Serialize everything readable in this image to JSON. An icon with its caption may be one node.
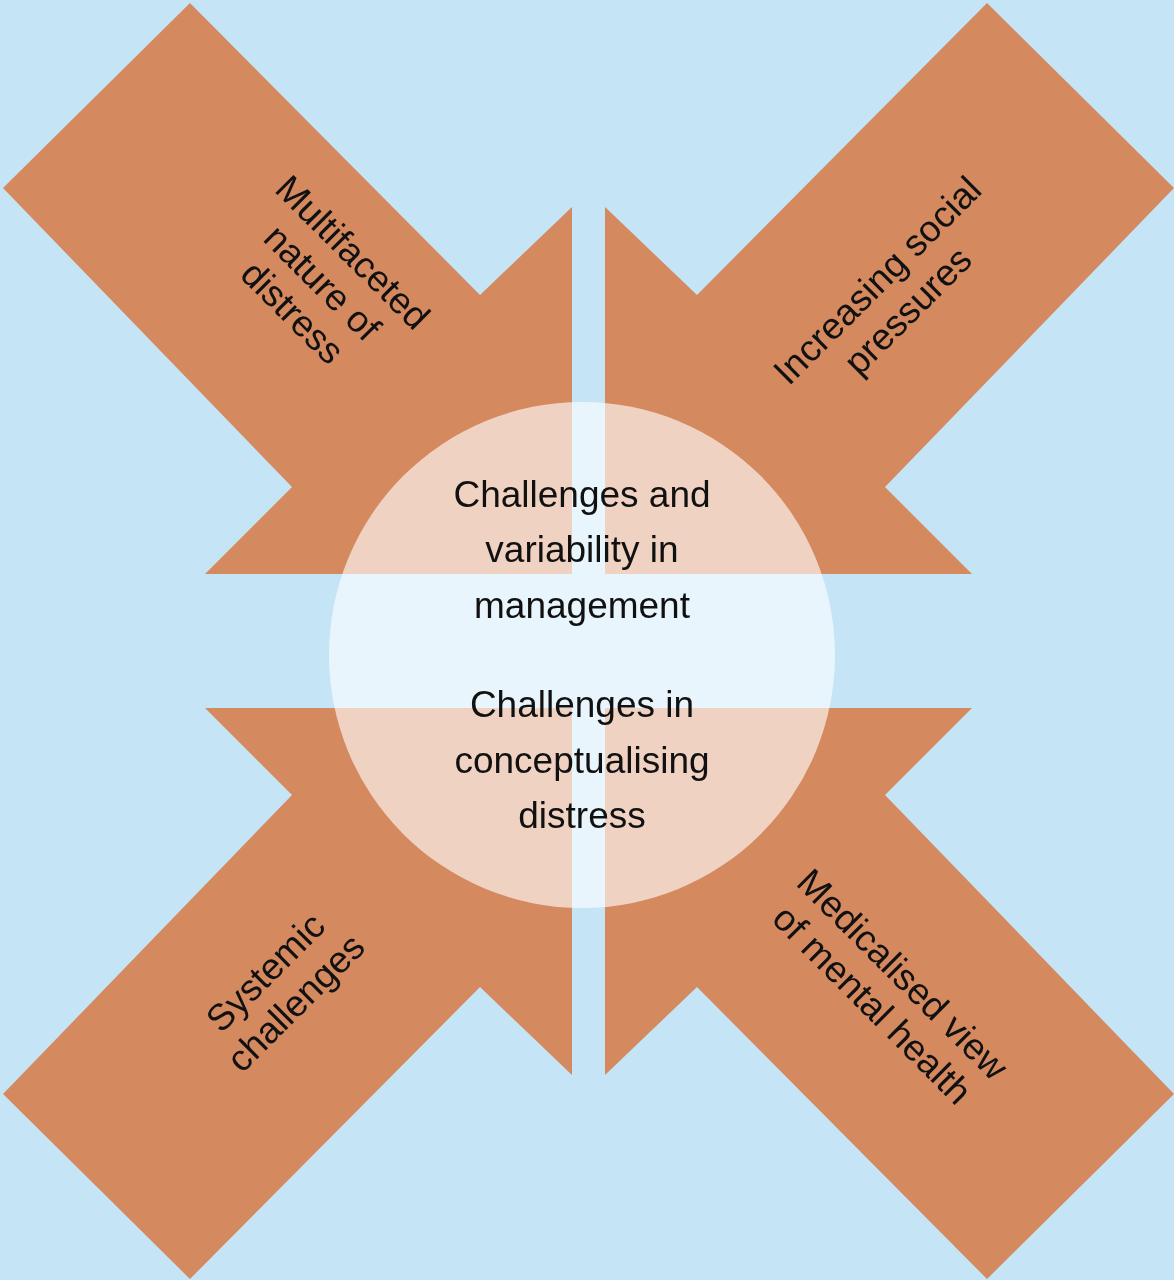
{
  "diagram": {
    "nodes": [
      {
        "text": [
          "Multifaceted nature of distress"
        ]
      },
      {
        "text": [
          "Increasing social pressures"
        ]
      },
      {
        "text": [
          "Challenges and variability in management",
          "Challenges in conceptualising distress"
        ]
      },
      {
        "text": [
          "Systemic challenges"
        ]
      },
      {
        "text": [
          "Medicalised view of mental health"
        ]
      }
    ]
  }
}
